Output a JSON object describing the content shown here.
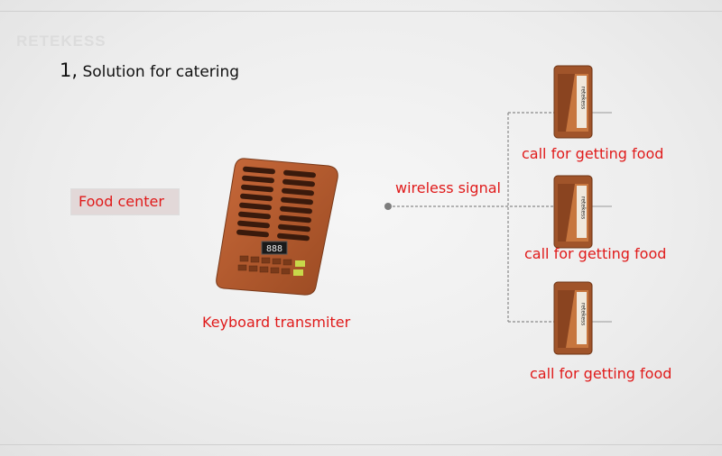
{
  "brand": {
    "logo_text": "RETEKESS"
  },
  "title": {
    "number": "1,",
    "text": "Solution for catering"
  },
  "food_center": {
    "label": "Food center"
  },
  "transmitter": {
    "label": "Keyboard transmiter",
    "display_value": "888"
  },
  "signal": {
    "label": "wireless signal"
  },
  "pagers": [
    {
      "label": "call for getting food",
      "screen_text": "retekess"
    },
    {
      "label": "call for getting food",
      "screen_text": "retekess"
    },
    {
      "label": "call for getting food",
      "screen_text": "retekess"
    }
  ],
  "colors": {
    "label_red": "#e01a1a",
    "device_brown": "#b0592c",
    "line_gray": "#8a8a8a"
  }
}
